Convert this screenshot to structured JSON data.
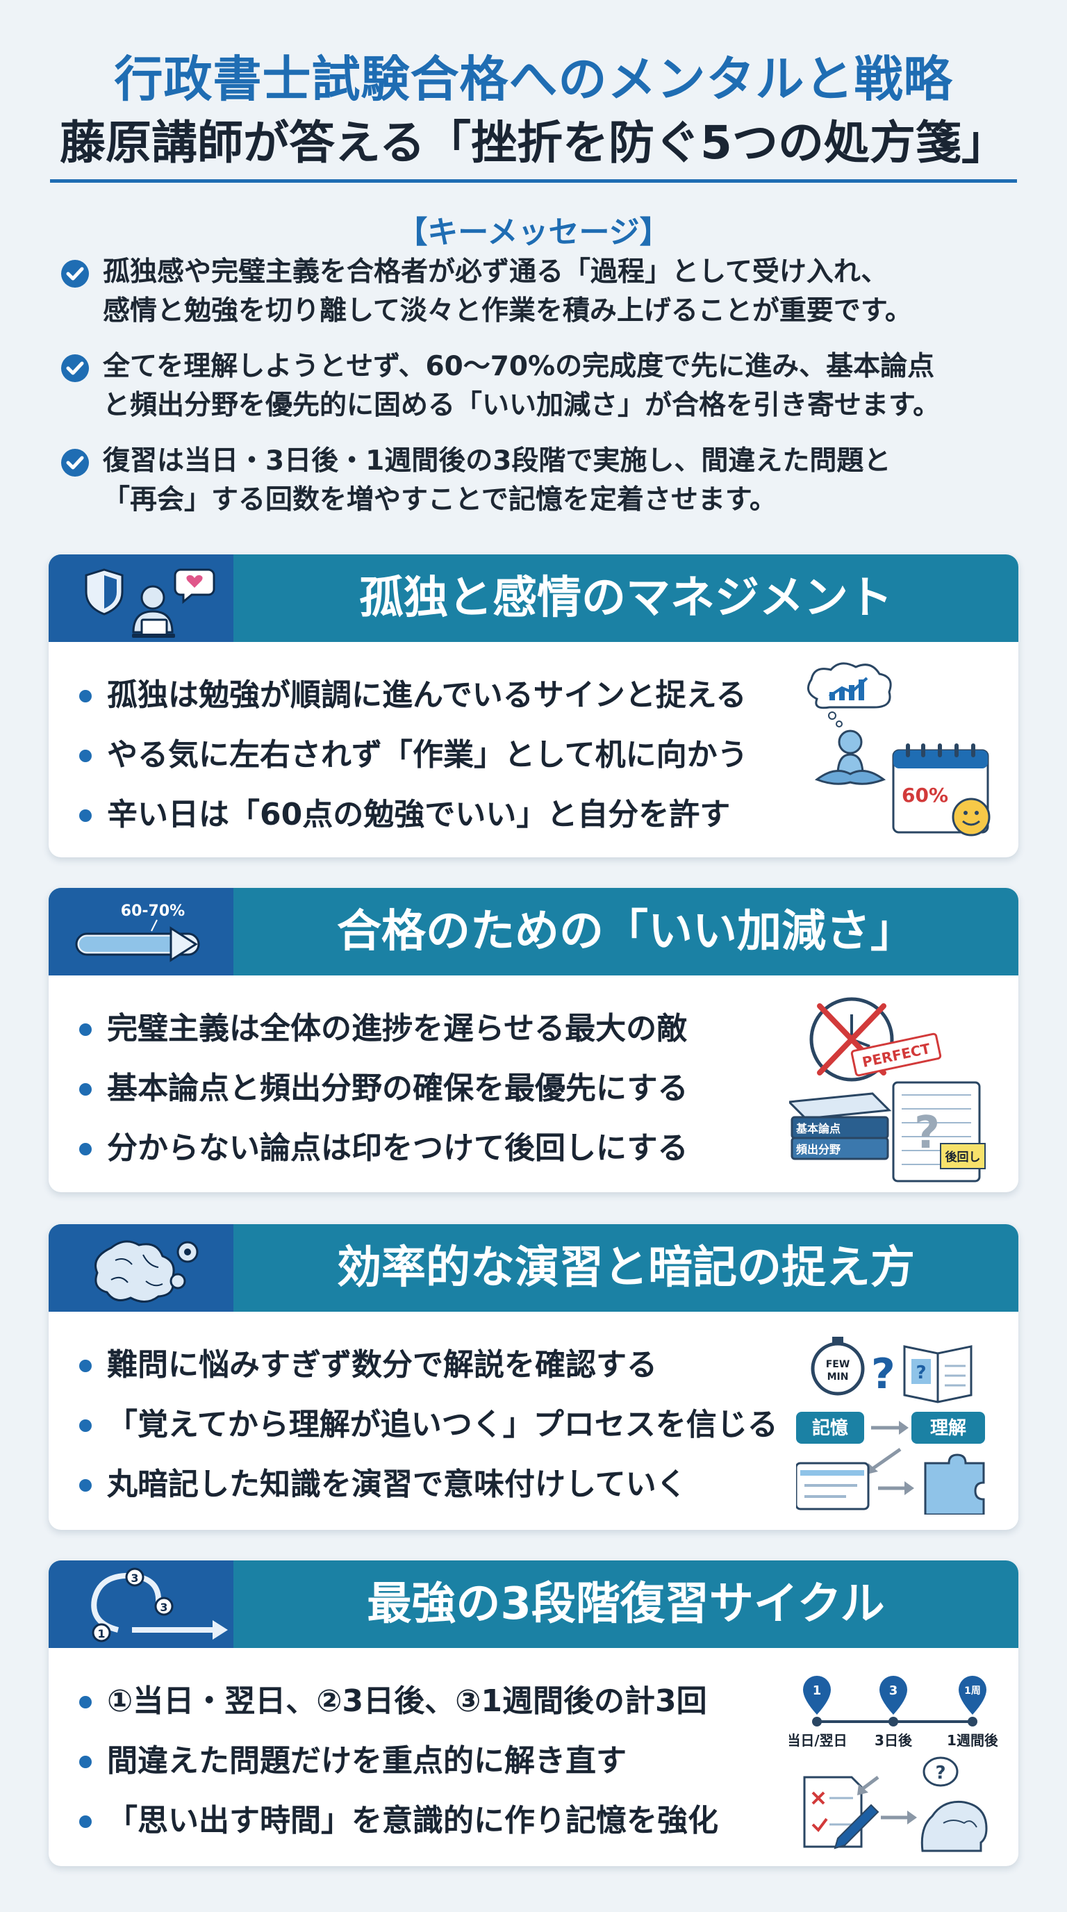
{
  "header": {
    "title": "行政書士試験合格へのメンタルと戦略",
    "subtitle": "藤原講師が答える「挫折を防ぐ5つの処方箋」"
  },
  "key_message": {
    "heading": "【キーメッセージ】",
    "points": [
      {
        "line1": "孤独感や完璧主義を合格者が必ず通る「過程」として受け入れ、",
        "line2": "感情と勉強を切り離して淡々と作業を積み上げることが重要です。"
      },
      {
        "line1": "全てを理解しようとせず、60〜70%の完成度で先に進み、基本論点",
        "line2": "と頻出分野を優先的に固める「いい加減さ」が合格を引き寄せます。"
      },
      {
        "line1": "復習は当日・3日後・1週間後の3段階で実施し、間違えた問題と",
        "line2": "「再会」する回数を増やすことで記憶を定着させます。"
      }
    ]
  },
  "sections": [
    {
      "title": "孤独と感情のマネジメント",
      "items": [
        "孤独は勉強が順調に進んでいるサインと捉える",
        "やる気に左右されず「作業」として机に向かう",
        "辛い日は「60点の勉強でいい」と自分を許す"
      ],
      "illus_label": "60%"
    },
    {
      "title": "合格のための「いい加減さ」",
      "items": [
        "完璧主義は全体の進捗を遅らせる最大の敵",
        "基本論点と頻出分野の確保を最優先にする",
        "分からない論点は印をつけて後回しにする"
      ],
      "icon_label": "60-70%",
      "stamp_label": "PERFECT",
      "book_labels": [
        "基本論点",
        "頻出分野"
      ],
      "note_label": "後回し"
    },
    {
      "title": "効率的な演習と暗記の捉え方",
      "items": [
        "難問に悩みすぎず数分で解説を確認する",
        "「覚えてから理解が追いつく」プロセスを信じる",
        "丸暗記した知識を演習で意味付けしていく"
      ],
      "timer_label": [
        "FEW",
        "MIN"
      ],
      "flow_labels": [
        "記憶",
        "理解"
      ]
    },
    {
      "title": "最強の3段階復習サイクル",
      "items": [
        "①当日・翌日、②3日後、③1週間後の計3回",
        "間違えた問題だけを重点的に解き直す",
        "「思い出す時間」を意識的に作り記憶を強化"
      ],
      "cycle_labels": [
        "1",
        "3",
        "3"
      ],
      "timeline": [
        {
          "pin": "1",
          "label": "当日/翌日"
        },
        {
          "pin": "3",
          "label": "3日後"
        },
        {
          "pin": "1周",
          "label": "1週間後"
        }
      ]
    }
  ],
  "colors": {
    "primary_blue": "#1f6db3",
    "header_teal": "#1b81a4",
    "icon_box_blue": "#1d5fa3",
    "background": "#eef3f7",
    "stamp_red": "#d23a3a"
  }
}
